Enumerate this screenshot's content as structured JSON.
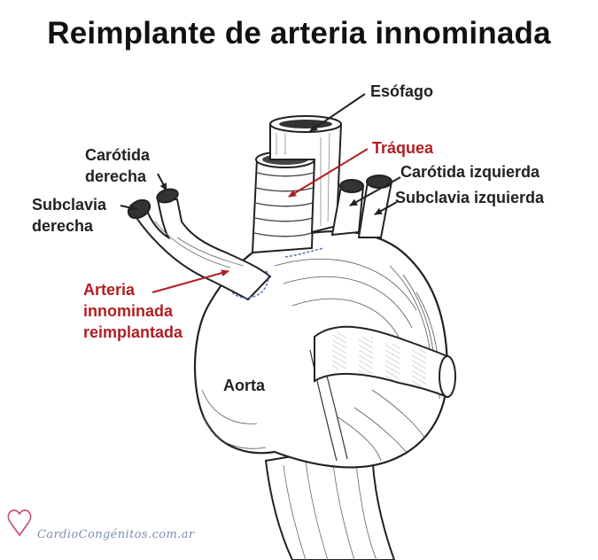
{
  "title": "Reimplante de arteria innominada",
  "labels": {
    "esofago": "Esófago",
    "traquea": "Tráquea",
    "carotida_derecha_1": "Carótida",
    "carotida_derecha_2": "derecha",
    "subclavia_derecha_1": "Subclavia",
    "subclavia_derecha_2": "derecha",
    "carotida_izquierda": "Carótida izquierda",
    "subclavia_izquierda": "Subclavia izquierda",
    "arteria_1": "Arteria",
    "arteria_2": "innominada",
    "arteria_3": "reimplantada",
    "aorta": "Aorta"
  },
  "watermark": "CardioCongénitos.com.ar",
  "colors": {
    "label_red": "#b01e22",
    "label_black": "#222222",
    "suture_blue": "#5a78b8",
    "watermark": "#7b8fae"
  }
}
